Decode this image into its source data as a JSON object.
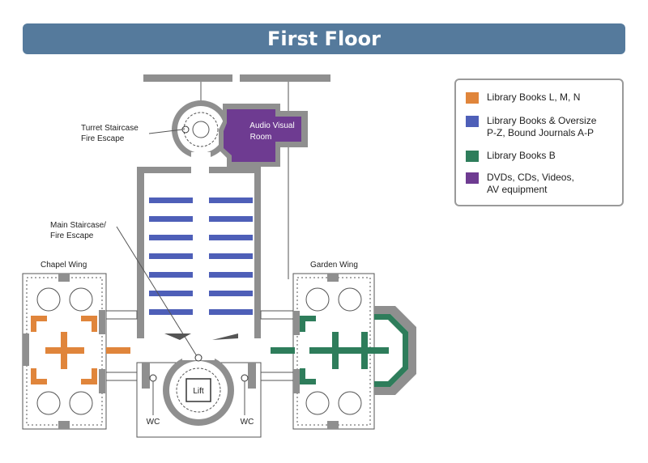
{
  "title": "First Floor",
  "colors": {
    "orange": "#e0853b",
    "blue": "#4e5fb8",
    "green": "#2e7d5b",
    "purple": "#6e3b91",
    "wall": "#8f8f8f",
    "title_bar": "#557a9c"
  },
  "legend": [
    {
      "label": "Library Books L, M, N",
      "color": "#e0853b"
    },
    {
      "label": "Library Books & Oversize\nP-Z, Bound Journals A-P",
      "color": "#4e5fb8"
    },
    {
      "label": "Library Books B",
      "color": "#2e7d5b"
    },
    {
      "label": "DVDs, CDs, Videos,\nAV equipment",
      "color": "#6e3b91"
    }
  ],
  "labels": {
    "turret_1": "Turret Staircase",
    "turret_2": "Fire Escape",
    "main_1": "Main Staircase/",
    "main_2": "Fire Escape",
    "chapel": "Chapel Wing",
    "garden": "Garden Wing",
    "av_1": "Audio Visual",
    "av_2": "Room",
    "lift": "Lift",
    "wc_left": "WC",
    "wc_right": "WC"
  }
}
